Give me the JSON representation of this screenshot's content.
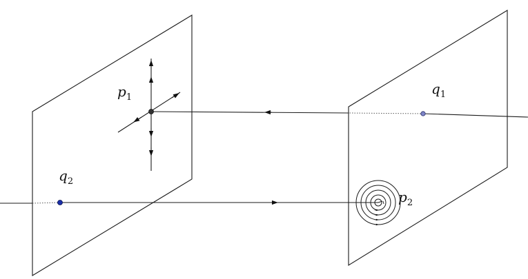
{
  "labels": {
    "p1": {
      "base": "p",
      "sub": "1"
    },
    "q1": {
      "base": "q",
      "sub": "1"
    },
    "q2": {
      "base": "q",
      "sub": "2"
    },
    "p2": {
      "base": "p",
      "sub": "2"
    }
  },
  "colors": {
    "stroke": "#1a1a1a",
    "point_blue": "#1a2fa8",
    "point_light": "#7f86c8",
    "point_dark": "#333333"
  }
}
